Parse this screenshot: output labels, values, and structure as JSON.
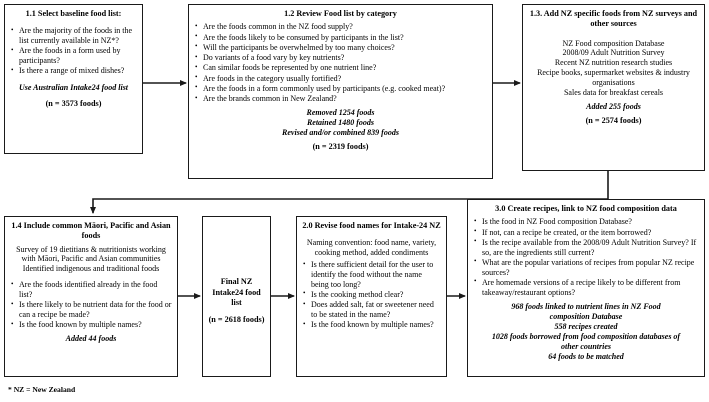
{
  "diagram": {
    "footnote": "* NZ = New Zealand",
    "boxes": {
      "b11": {
        "title": "1.1 Select baseline food list:",
        "questions": [
          "Are the majority of the foods in the list currently available in NZ*?",
          "Are the foods in a form used by participants?",
          "Is there a range of mixed dishes?"
        ],
        "action": "Use Australian Intake24 food list",
        "count": "(n = 3573 foods)"
      },
      "b12": {
        "title": "1.2 Review Food list by category",
        "questions": [
          "Are the foods common in the NZ food supply?",
          "Are the foods likely to be consumed by participants in the list?",
          "Will the participants be overwhelmed by too many choices?",
          "Do variants of a food vary by key nutrients?",
          "Can similar foods be represented by one nutrient line?",
          "Are foods in the category usually fortified?",
          "Are the foods in a form commonly used by participants (e.g. cooked meat)?",
          "Are the brands common in New Zealand?"
        ],
        "results": [
          "Removed 1254 foods",
          "Retained 1480 foods",
          "Revised and/or combined 839 foods"
        ],
        "count": "(n = 2319 foods)"
      },
      "b13": {
        "title": "1.3. Add NZ specific foods from NZ surveys and other sources",
        "sources": [
          "NZ Food composition Database",
          "2008/09 Adult Nutrition Survey",
          "Recent NZ nutrition research studies",
          "Recipe books, supermarket websites & industry organisations",
          "Sales data for breakfast cereals"
        ],
        "result": "Added 255 foods",
        "count": "(n = 2574 foods)"
      },
      "b14": {
        "title": "1.4 Include common Māori, Pacific and Asian foods",
        "description": [
          "Survey of 19 dietitians & nutritionists working with Māori, Pacific and Asian communities",
          "Identified indigenous and traditional foods"
        ],
        "questions": [
          "Are the foods identified already in the food list?",
          "Is there likely to be nutrient data for the food or can a recipe be made?",
          "Is the food known by multiple names?"
        ],
        "result": "Added 44 foods"
      },
      "bfinal": {
        "title": "Final NZ Intake24 food list",
        "count": "(n = 2618 foods)"
      },
      "b20": {
        "title": "2.0 Revise food names for Intake-24 NZ",
        "convention": "Naming convention: food name, variety, cooking method, added condiments",
        "questions": [
          "Is there sufficient detail for the user to identify the food without the name being too long?",
          "Is the cooking method clear?",
          "Does added salt, fat or sweetener need to be stated in the name?",
          "Is the food known by multiple names?"
        ]
      },
      "b30": {
        "title": "3.0 Create recipes, link to NZ food composition data",
        "questions": [
          "Is the food in NZ Food composition Database?",
          "If not, can a recipe be created, or the item borrowed?",
          "Is the recipe available from the 2008/09 Adult Nutrition Survey? If so, are the ingredients still current?",
          "What are the popular variations of recipes from popular NZ recipe sources?",
          "Are homemade versions of a recipe likely to be different from takeaway/restaurant options?"
        ],
        "results": [
          "968 foods linked to nutrient lines in NZ Food composition Database",
          "558 recipes created",
          "1028 foods borrowed from food composition databases of other countries",
          "64 foods to be matched"
        ]
      }
    },
    "connectors": [
      {
        "name": "arrow-11-to-12"
      },
      {
        "name": "arrow-12-to-13"
      },
      {
        "name": "arrow-13-to-14"
      },
      {
        "name": "arrow-14-to-final"
      },
      {
        "name": "arrow-final-to-20"
      },
      {
        "name": "arrow-20-to-30"
      }
    ],
    "colors": {
      "stroke": "#1a1a1a",
      "background": "#ffffff"
    }
  }
}
